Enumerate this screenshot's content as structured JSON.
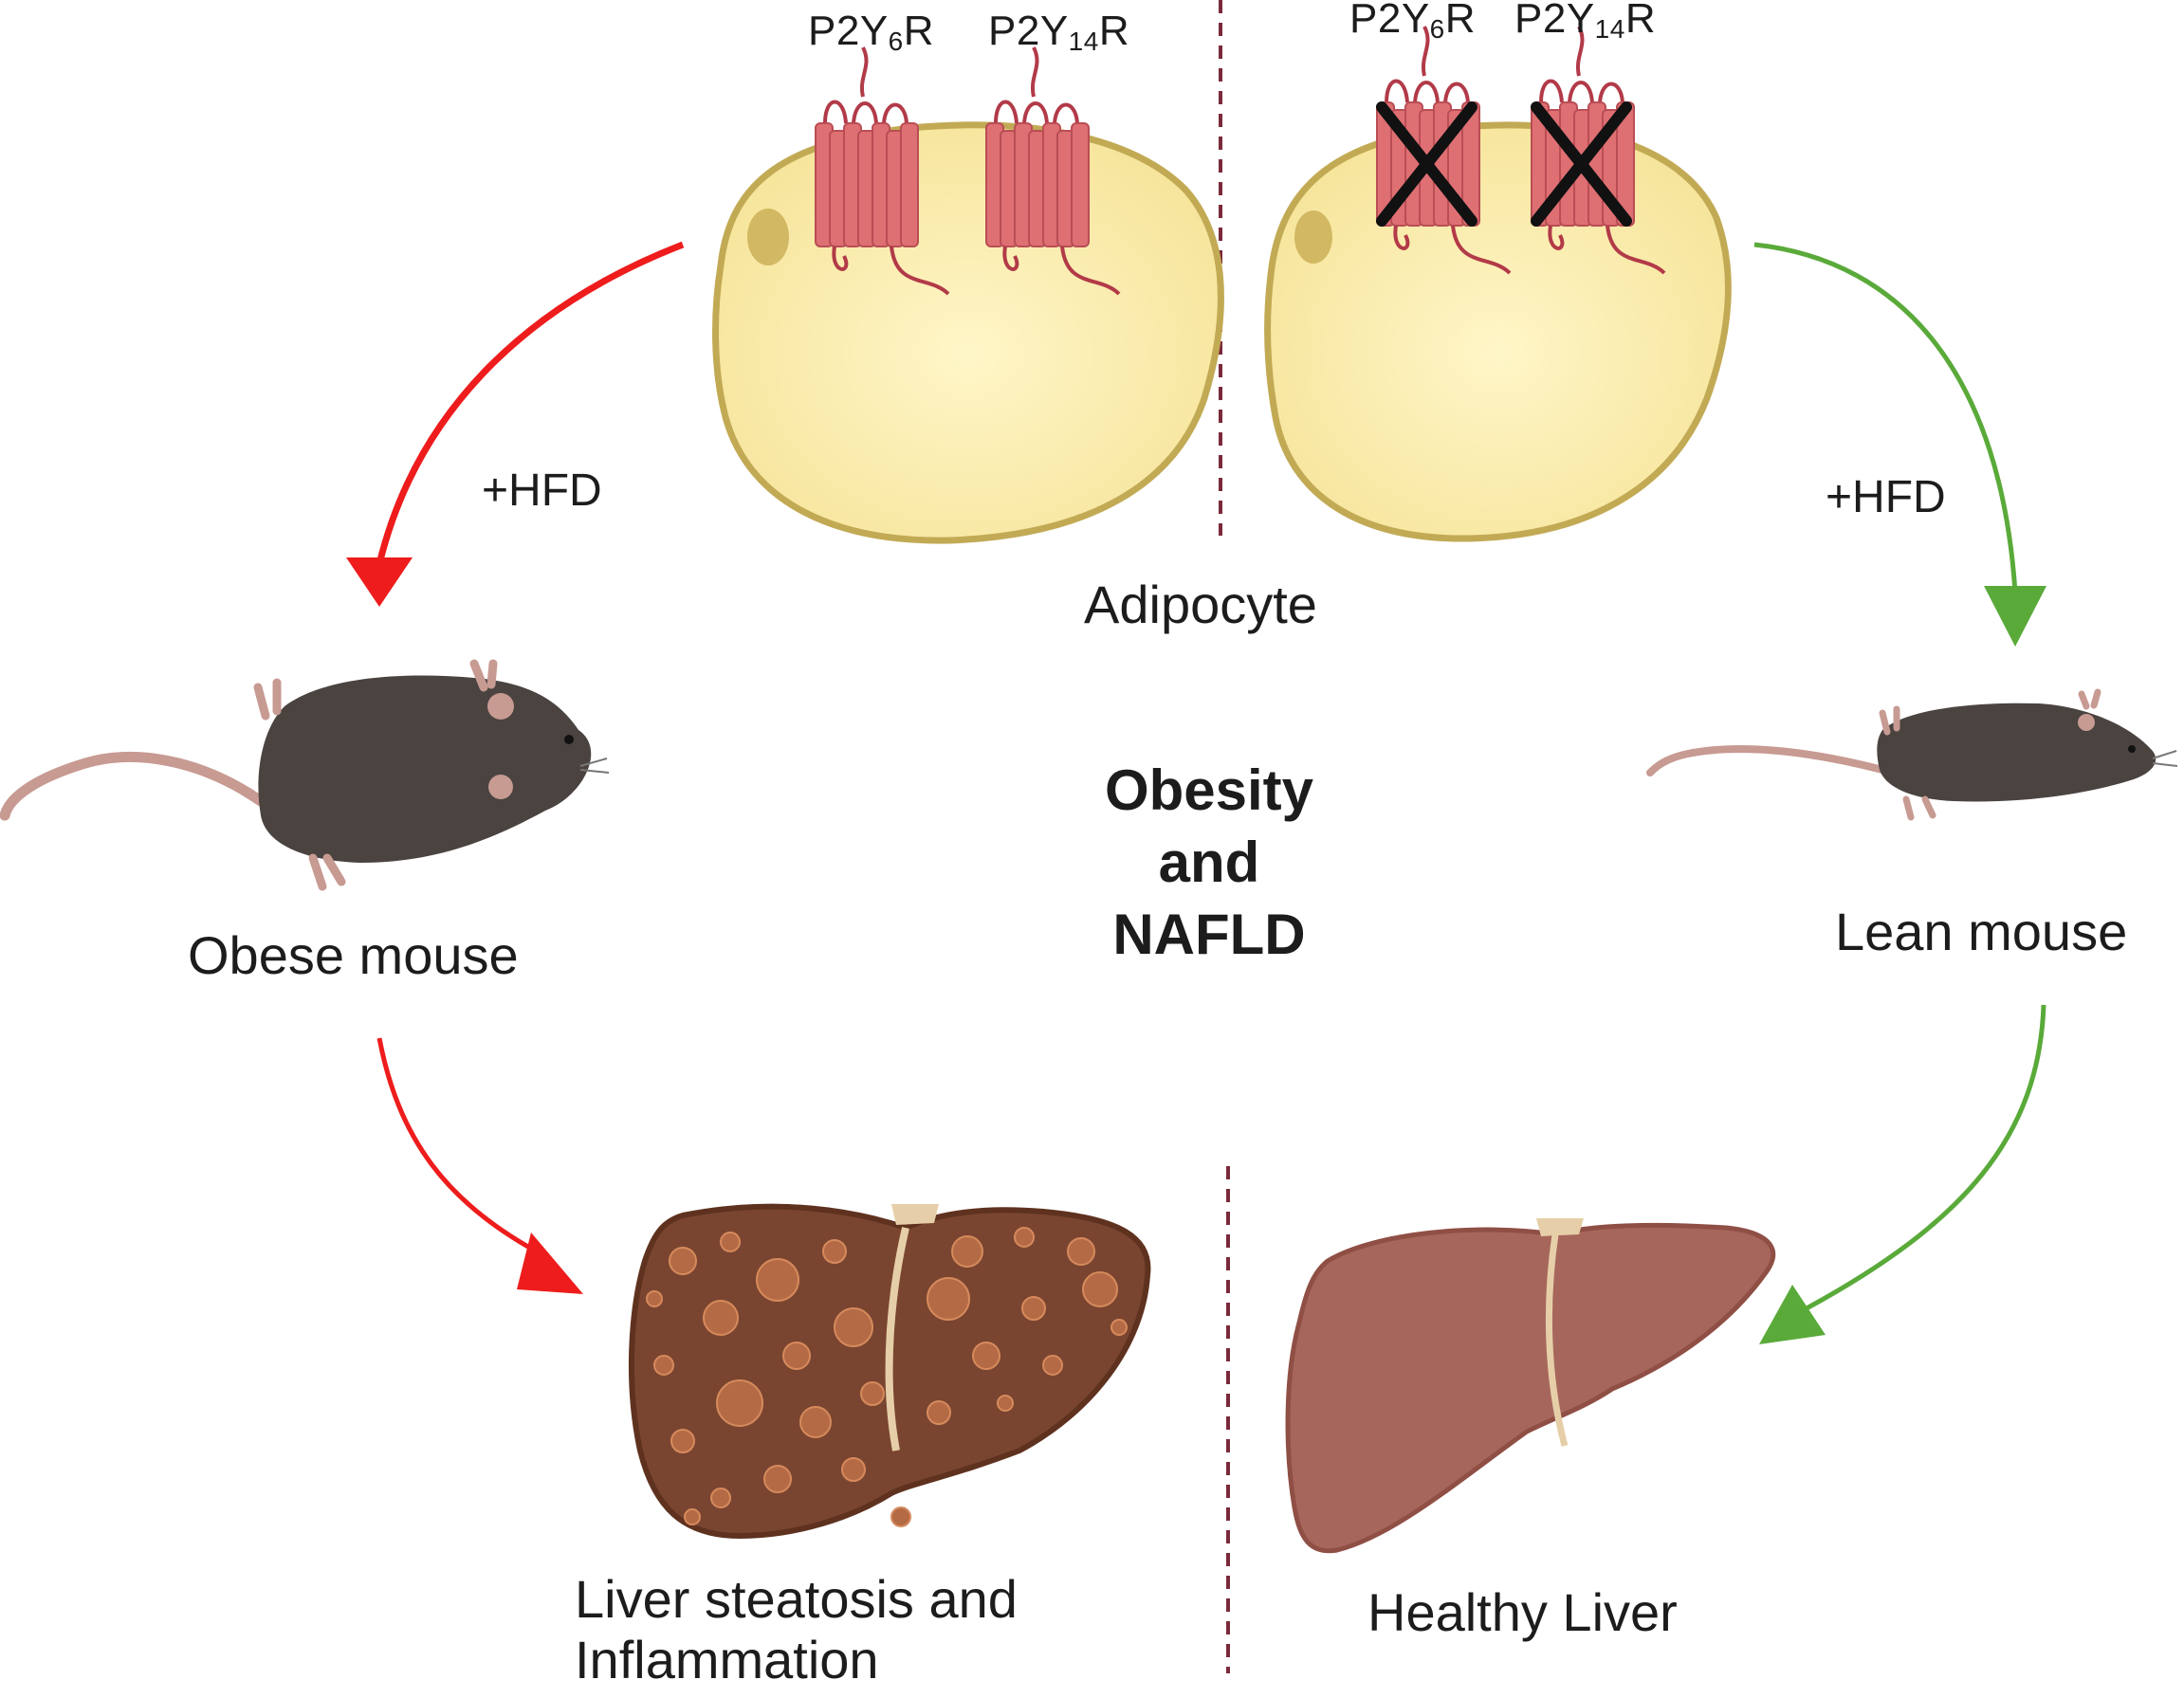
{
  "figure": {
    "center_title": [
      "Obesity",
      "and",
      "NAFLD"
    ],
    "cell_label": "Adipocyte",
    "diet_label": "+HFD",
    "receptors": {
      "p2y6": {
        "prefix": "P2Y",
        "sub": "6",
        "suffix": "R"
      },
      "p2y14": {
        "prefix": "P2Y",
        "sub": "14",
        "suffix": "R"
      }
    },
    "left": {
      "mouse_label": "Obese mouse",
      "liver_label": [
        "Liver steatosis and",
        "Inflammation"
      ]
    },
    "right": {
      "mouse_label": "Lean mouse",
      "liver_label": "Healthy Liver"
    }
  },
  "colors": {
    "arrow_red": "#ee1c1c",
    "arrow_green": "#5aaa3a",
    "divider": "#7a2a3a",
    "cell_fill": "#fbeaa6",
    "cell_stroke": "#c2aa55",
    "receptor": "#de6f73",
    "mouse_body": "#4a4340",
    "mouse_tail": "#c79a92",
    "liver_fatty": "#7a4530",
    "liver_healthy": "#a7665c"
  },
  "icons": [
    "receptor-icon",
    "knockout-x-icon",
    "mouse-icon",
    "liver-icon",
    "adipocyte-icon"
  ]
}
